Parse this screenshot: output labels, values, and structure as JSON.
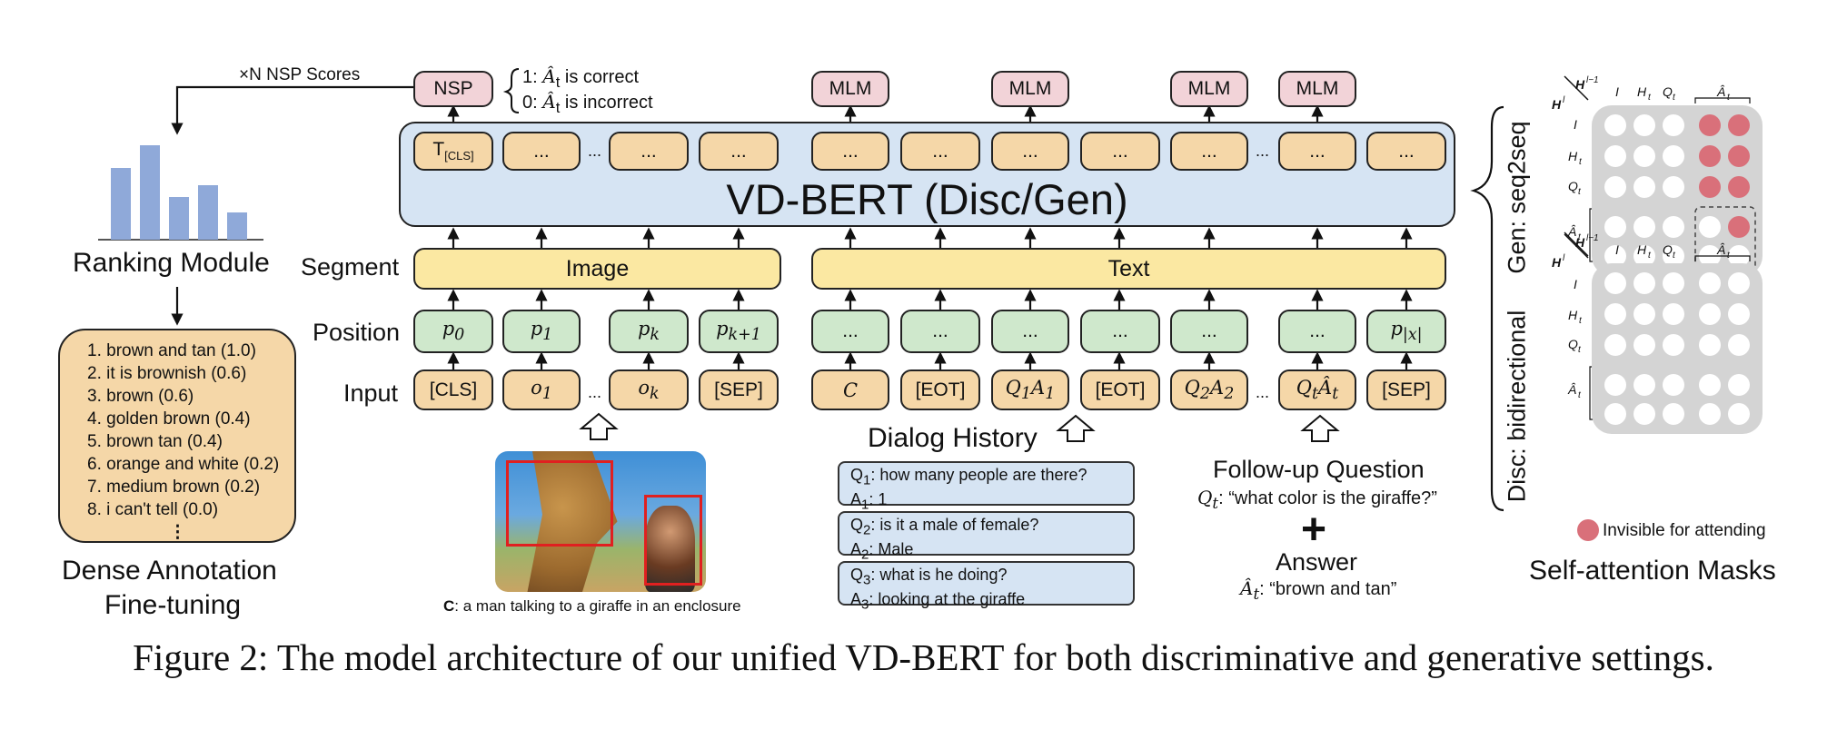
{
  "top": {
    "nsp_scores": "×N NSP Scores",
    "nsp": "NSP",
    "nsp_correct": "1: Â_t is correct",
    "nsp_incorrect": "0: Â_t is incorrect",
    "mlm": "MLM"
  },
  "main": {
    "title": "VD-BERT (Disc/Gen)",
    "t_cls": "T[CLS]",
    "ellipsis": "...",
    "segment_label": "Segment",
    "position_label": "Position",
    "input_label": "Input",
    "image_segment": "Image",
    "text_segment": "Text",
    "positions": [
      "p0",
      "p1",
      "pk",
      "pk+1",
      "...",
      "...",
      "...",
      "...",
      "...",
      "...",
      "p|x|"
    ],
    "inputs": [
      "[CLS]",
      "o1",
      "ok",
      "[SEP]",
      "C",
      "[EOT]",
      "Q1A1",
      "[EOT]",
      "Q2A2",
      "QtÂt",
      "[SEP]"
    ]
  },
  "ranking": {
    "title": "Ranking Module",
    "bars": [
      0.66,
      0.87,
      0.39,
      0.5,
      0.25
    ],
    "items": [
      "1. brown and tan (1.0)",
      "2. it is brownish (0.6)",
      "3. brown (0.6)",
      "4. golden brown (0.4)",
      "5. brown tan (0.4)",
      "6. orange and white (0.2)",
      "7. medium brown (0.2)",
      "8. i can't tell (0.0)",
      "⋮"
    ],
    "subtitle_line1": "Dense Annotation",
    "subtitle_line2": "Fine-tuning"
  },
  "image": {
    "caption_prefix": "C",
    "caption_text": ": a man talking to a giraffe in an enclosure"
  },
  "dialog": {
    "title": "Dialog History",
    "turns": [
      {
        "q": "Q1: how many people are there?",
        "a": "A1: 1"
      },
      {
        "q": "Q2: is it a male of female?",
        "a": "A2: Male"
      },
      {
        "q": "Q3: what is he doing?",
        "a": "A3: looking at the giraffe"
      }
    ]
  },
  "followup": {
    "title": "Follow-up Question",
    "question": "Qt: “what color is the giraffe?”",
    "plus": "+",
    "answer_title": "Answer",
    "answer": "Ât: “brown and tan”"
  },
  "masks": {
    "gen_label": "Gen: seq2seq",
    "disc_label": "Disc: bidirectional",
    "col_headers": [
      "H^{l-1}",
      "I",
      "H_t",
      "Q_t",
      "Â_t"
    ],
    "row_header": "H^l",
    "row_labels": [
      "I",
      "H_t",
      "Q_t",
      "Â_t"
    ],
    "legend": "Invisible for attending",
    "title": "Self-attention Masks",
    "colors": {
      "invisible": "#d9707a",
      "grid_bg": "#d4d4d4",
      "visible": "#ffffff"
    }
  },
  "figure_caption": "Figure 2: The model architecture of our unified VD-BERT for both discriminative and generative settings.",
  "colors": {
    "tan": "#f5d7a8",
    "green": "#cfe8cc",
    "pink": "#f2d3d8",
    "yellow": "#fbe8a2",
    "blue": "#d6e4f3",
    "bar": "#8fa9d9"
  }
}
